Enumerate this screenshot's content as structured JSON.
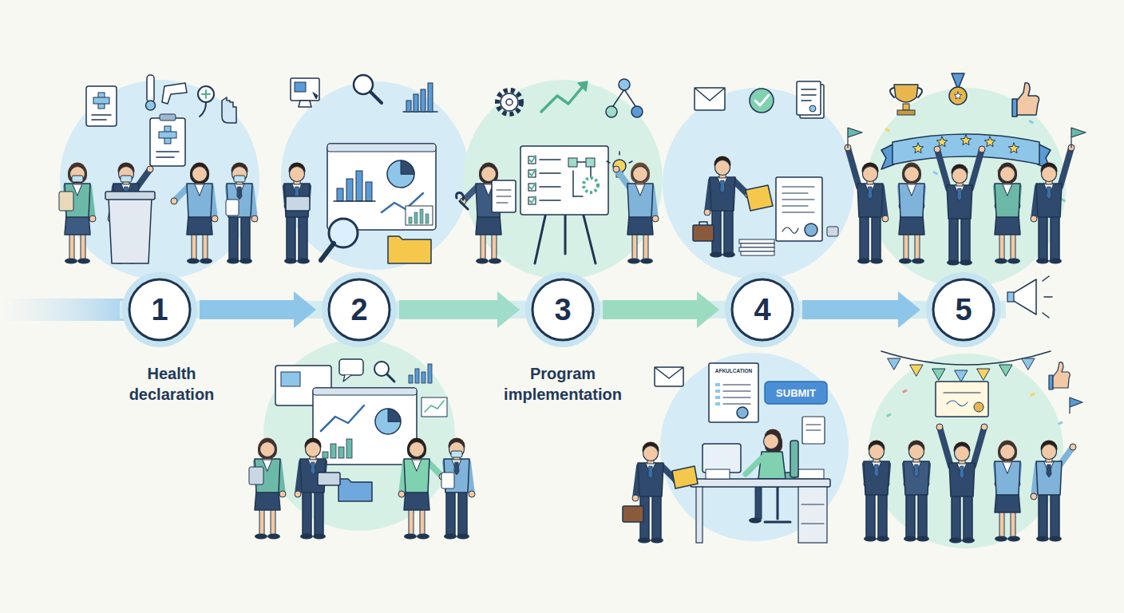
{
  "diagram": {
    "nodes": [
      {
        "text": [
          "1"
        ]
      },
      {
        "text": [
          "2"
        ]
      },
      {
        "text": [
          "3"
        ]
      },
      {
        "text": [
          "4"
        ]
      },
      {
        "text": [
          "5"
        ]
      }
    ],
    "edges": [
      {
        "from": 0,
        "to": 1,
        "arrow": "to"
      },
      {
        "from": 1,
        "to": 2,
        "arrow": "to"
      },
      {
        "from": 2,
        "to": 3,
        "arrow": "to"
      },
      {
        "from": 3,
        "to": 4,
        "arrow": "to"
      }
    ],
    "labels": [
      "Health declaration",
      "Program implementation",
      "AFKULCATION",
      "SUBMIT"
    ]
  }
}
